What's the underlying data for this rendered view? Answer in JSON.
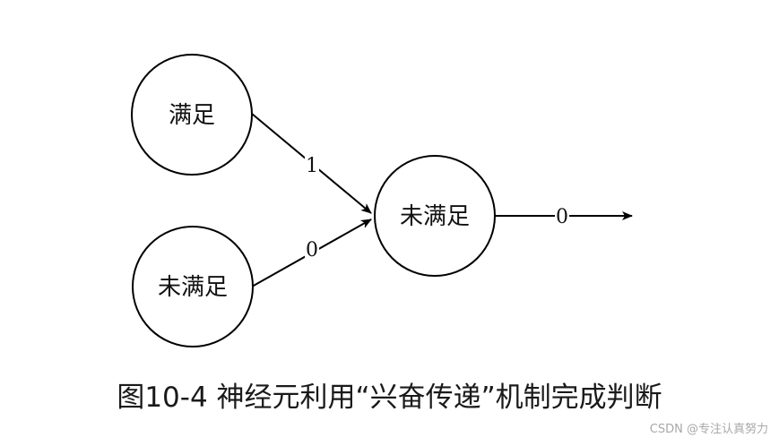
{
  "nodes": [
    {
      "id": "in1",
      "label": "满足"
    },
    {
      "id": "in2",
      "label": "未满足"
    },
    {
      "id": "out",
      "label": "未满足"
    }
  ],
  "edges": [
    {
      "from": "in1",
      "to": "out",
      "label": "1"
    },
    {
      "from": "in2",
      "to": "out",
      "label": "0"
    },
    {
      "from": "out",
      "to": "",
      "label": "0"
    }
  ],
  "caption": "图10-4 神经元利用“兴奋传递”机制完成判断",
  "watermark": "CSDN @专注认真努力"
}
